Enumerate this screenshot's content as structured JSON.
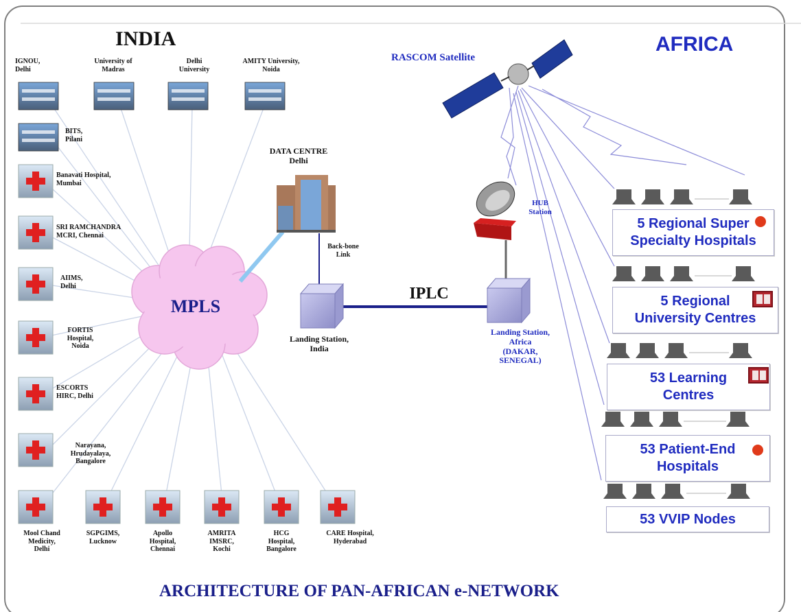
{
  "title": "ARCHITECTURE OF PAN-AFRICAN e-NETWORK",
  "india_header": "INDIA",
  "africa_header": "AFRICA",
  "satellite_label": "RASCOM Satellite",
  "data_centre": {
    "line1": "DATA CENTRE",
    "line2": "Delhi"
  },
  "cloud_label": "MPLS",
  "backbone": {
    "line1": "Back-bone",
    "line2": "Link"
  },
  "iplc_label": "IPLC",
  "landing_india": {
    "line1": "Landing Station,",
    "line2": "India"
  },
  "landing_africa": {
    "line1": "Landing Station,",
    "line2": "Africa",
    "line3": "(DAKAR,",
    "line4": "SENEGAL)"
  },
  "hub": {
    "line1": "HUB",
    "line2": "Station"
  },
  "universities": [
    {
      "line1": "IGNOU,",
      "line2": "Delhi"
    },
    {
      "line1": "University of",
      "line2": "Madras"
    },
    {
      "line1": "Delhi",
      "line2": "University"
    },
    {
      "line1": "AMITY University,",
      "line2": "Noida"
    },
    {
      "line1": "BITS,",
      "line2": "Pilani"
    }
  ],
  "hospitals_left": [
    {
      "line1": "Banavati Hospital,",
      "line2": "Mumbai"
    },
    {
      "line1": "SRI RAMCHANDRA",
      "line2": "MCRI, Chennai"
    },
    {
      "line1": "AIIMS,",
      "line2": "Delhi"
    },
    {
      "line1": "FORTIS",
      "line2": "Hospital,",
      "line3": "Noida"
    },
    {
      "line1": "ESCORTS",
      "line2": "HIRC, Delhi"
    },
    {
      "line1": "Narayana,",
      "line2": "Hrudayalaya,",
      "line3": "Bangalore"
    }
  ],
  "hospitals_bottom": [
    {
      "line1": "Mool Chand",
      "line2": "Medicity,",
      "line3": "Delhi"
    },
    {
      "line1": "SGPGIMS,",
      "line2": "Lucknow"
    },
    {
      "line1": "Apollo",
      "line2": "Hospital,",
      "line3": "Chennai"
    },
    {
      "line1": "AMRITA",
      "line2": "IMSRC,",
      "line3": "Kochi"
    },
    {
      "line1": "HCG",
      "line2": "Hospital,",
      "line3": "Bangalore"
    },
    {
      "line1": "CARE Hospital,",
      "line2": "Hyderabad"
    }
  ],
  "africa_boxes": [
    {
      "line1": "5 Regional Super",
      "line2": "Specialty Hospitals",
      "icon": "red-dot-icon"
    },
    {
      "line1": "5 Regional",
      "line2": "University Centres",
      "icon": "book-icon"
    },
    {
      "line1": "53 Learning",
      "line2": "Centres",
      "icon": "book-icon"
    },
    {
      "line1": "53 Patient-End",
      "line2": "Hospitals",
      "icon": "red-dot-icon"
    },
    {
      "line1": "53 VVIP Nodes",
      "line2": "",
      "icon": ""
    }
  ],
  "colors": {
    "text_blue": "#1f2bbf",
    "cloud": "#f6c6ee",
    "box_border": "#a9a9c9",
    "iplc_line": "#1a1f8a",
    "link_light_blue": "#8fc8f0"
  }
}
